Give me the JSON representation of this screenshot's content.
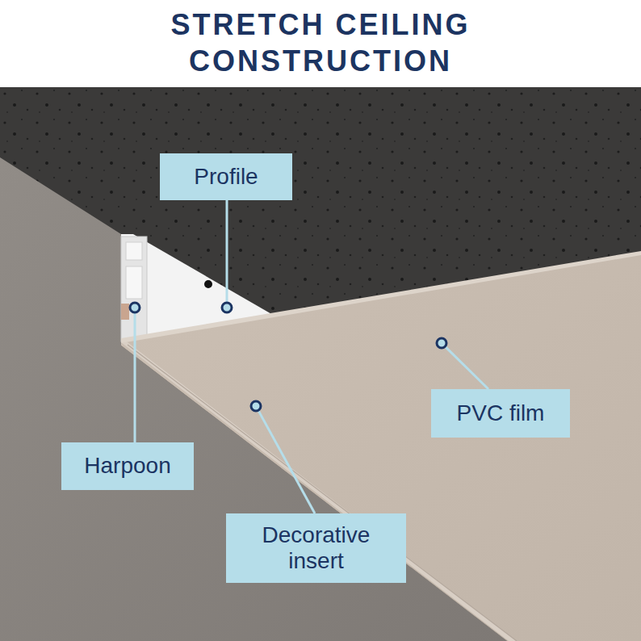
{
  "diagram": {
    "title": "STRETCH CEILING CONSTRUCTION",
    "nodes": [
      {
        "text": [
          "Profile"
        ]
      },
      {
        "text": [
          "PVC film"
        ]
      },
      {
        "text": [
          "Harpoon"
        ]
      },
      {
        "text": [
          "Decorative insert"
        ]
      }
    ]
  }
}
